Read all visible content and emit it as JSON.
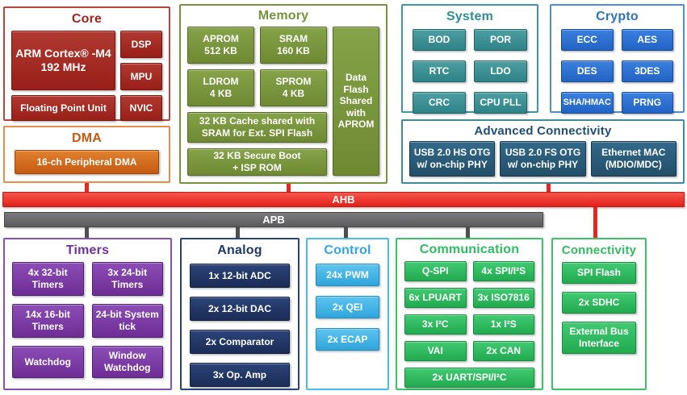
{
  "colors": {
    "core": "#A12A24",
    "dma": "#D2691E",
    "memory": "#7A9A3E",
    "system": "#3D9598",
    "crypto": "#2B72D9",
    "adv_conn": "#2B5F7C",
    "ahb_bus": "#EE2B24",
    "apb_bus": "#6A6A6D",
    "timers": "#8040A8",
    "analog": "#203A6E",
    "control": "#41B8EA",
    "communication": "#2EBD60",
    "connectivity": "#2EBD60"
  },
  "core": {
    "title": "Core",
    "cpu": "ARM Cortex® -M4\n192 MHz",
    "dsp": "DSP",
    "mpu": "MPU",
    "fpu": "Floating Point Unit",
    "nvic": "NVIC"
  },
  "dma": {
    "title": "DMA",
    "pdma": "16-ch Peripheral DMA"
  },
  "memory": {
    "title": "Memory",
    "aprom": "APROM\n512 KB",
    "sram": "SRAM\n160 KB",
    "ldrom": "LDROM\n4 KB",
    "sprom": "SPROM\n4 KB",
    "cache": "32 KB Cache shared with\nSRAM for  Ext. SPI Flash",
    "secure_boot": "32 KB Secure Boot\n+ ISP ROM",
    "data_flash": "Data\nFlash\nShared\nwith\nAPROM"
  },
  "system": {
    "title": "System",
    "items": [
      "BOD",
      "POR",
      "RTC",
      "LDO",
      "CRC",
      "CPU PLL"
    ]
  },
  "crypto": {
    "title": "Crypto",
    "items": [
      "ECC",
      "AES",
      "DES",
      "3DES",
      "SHA/HMAC",
      "PRNG"
    ]
  },
  "adv_conn": {
    "title": "Advanced Connectivity",
    "items": [
      "USB 2.0 HS OTG\nw/ on-chip PHY",
      "USB 2.0 FS OTG\nw/ on-chip PHY",
      "Ethernet MAC\n(MDIO/MDC)"
    ]
  },
  "buses": {
    "ahb": "AHB",
    "apb": "APB"
  },
  "timers": {
    "title": "Timers",
    "items": [
      "4x 32-bit\nTimers",
      "3x 24-bit\nTimers",
      "14x 16-bit\nTimers",
      "24-bit System\ntick",
      "Watchdog",
      "Window\nWatchdog"
    ]
  },
  "analog": {
    "title": "Analog",
    "items": [
      "1x 12-bit ADC",
      "2x 12-bit DAC",
      "2x Comparator",
      "3x Op. Amp"
    ]
  },
  "control": {
    "title": "Control",
    "items": [
      "24x PWM",
      "2x QEI",
      "2x ECAP"
    ]
  },
  "communication": {
    "title": "Communication",
    "items": [
      "Q-SPI",
      "4x SPI/I²S",
      "6x LPUART",
      "3x ISO7816",
      "3x I²C",
      "1x I²S",
      "VAI",
      "2x CAN",
      "2x UART/SPI/I²C"
    ]
  },
  "connectivity": {
    "title": "Connectivity",
    "items": [
      "SPI Flash",
      "2x SDHC",
      "External Bus\nInterface"
    ]
  }
}
